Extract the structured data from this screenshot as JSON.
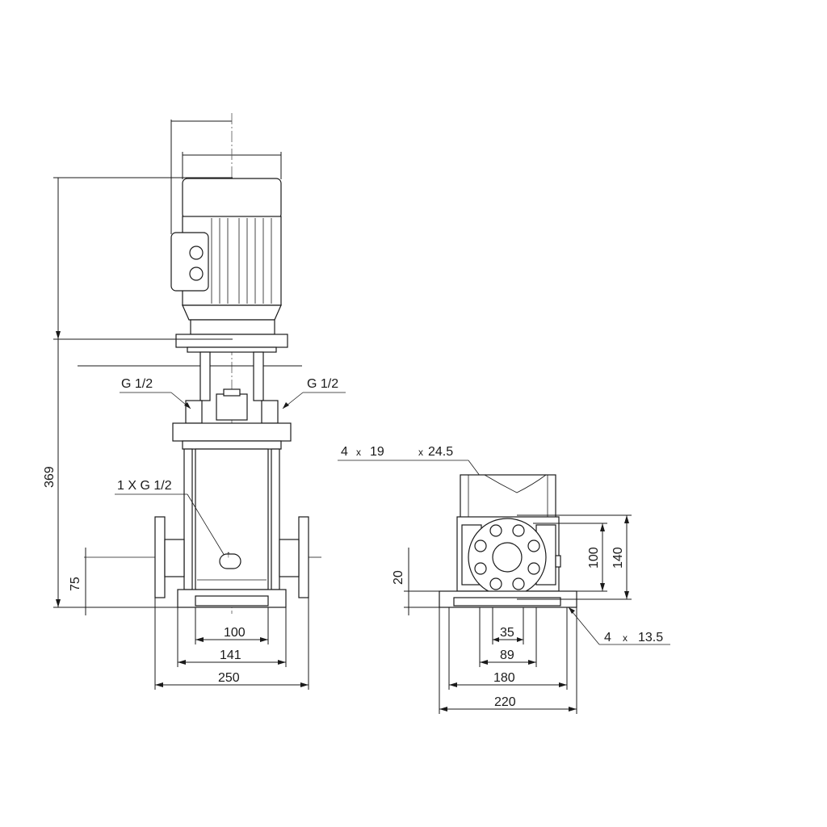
{
  "front_view": {
    "height_overall": "369",
    "height_inlet": "75",
    "width_base_bolt": "100",
    "width_base": "141",
    "width_flanges": "250",
    "port_left": "G 1/2",
    "port_right": "G 1/2",
    "drain_port": "1 X G 1/2"
  },
  "side_view": {
    "flange_holes_count": "4",
    "flange_holes_x": "x",
    "flange_hole_dia": "19",
    "flange_hole_x2": "x",
    "flange_pcd": "24.5",
    "base_holes_count": "4",
    "base_holes_x": "x",
    "base_hole_dia": "13.5",
    "height_base": "20",
    "flange_height_inner": "100",
    "flange_height_outer": "140",
    "width_35": "35",
    "width_89": "89",
    "width_180": "180",
    "width_220": "220"
  }
}
